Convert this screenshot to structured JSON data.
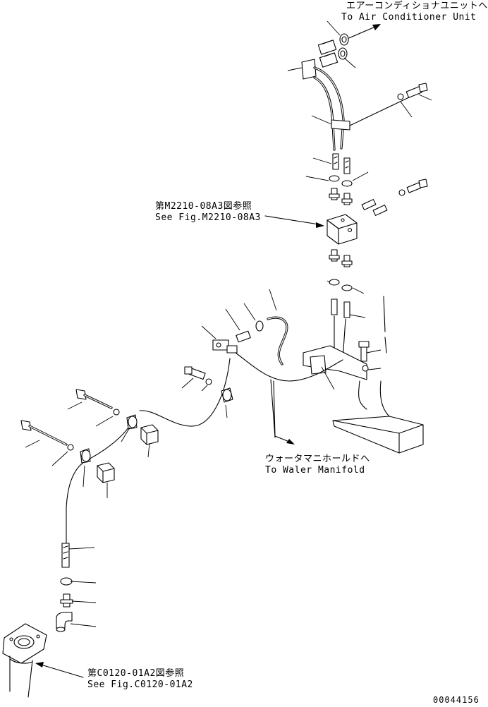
{
  "labels": {
    "ac_jp": "エアーコンディショナユニットへ",
    "ac_en": "To Air Conditioner Unit",
    "ref1_jp": "第M2210-08A3図参照",
    "ref1_en": "See Fig.M2210-08A3",
    "wm_jp": "ウォータマニホールドへ",
    "wm_en": "To Waler Manifold",
    "ref2_jp": "第C0120-01A2図参照",
    "ref2_en": "See Fig.C0120-01A2",
    "drawing_no": "00044156"
  }
}
